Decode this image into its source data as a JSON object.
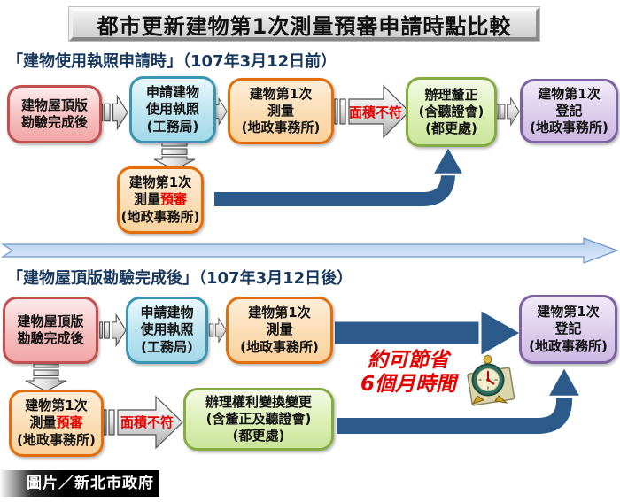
{
  "title": "都市更新建物第1次測量預審申請時點比較",
  "credit": "圖片／新北市政府",
  "colors": {
    "header_text": "#17375D",
    "accent_red": "#E60000",
    "arrow_blue": "#2C5A8A",
    "divider_fill": "#C3D8F0",
    "box_pink_border": "#C1504E",
    "box_cyan_border": "#3A95AE",
    "box_orange_border": "#E36D0B",
    "box_green_border": "#84AC42",
    "box_purple_border": "#7D62A2"
  },
  "icons": {
    "stopwatch": "stopwatch-clock-on-notepad"
  },
  "section1": {
    "header": "「建物使用執照申請時」（107年3月12日前）",
    "mismatch_label": "面積不符",
    "boxes": {
      "roof": {
        "line1": "建物屋頂版",
        "line2": "勘驗完成後"
      },
      "license": {
        "line1": "申請建物",
        "line2": "使用執照",
        "line3": "(工務局)"
      },
      "survey": {
        "line1": "建物第1次",
        "line2": "測量",
        "line3": "(地政事務所)"
      },
      "preview": {
        "line1": "建物第1次",
        "line2a": "測量",
        "line2b": "預審",
        "line3": "(地政事務所)"
      },
      "correction": {
        "line1": "辦理釐正",
        "line2": "(含聽證會)",
        "line3": "(都更處)"
      },
      "registration": {
        "line1": "建物第1次",
        "line2": "登記",
        "line3": "(地政事務所)"
      }
    }
  },
  "section2": {
    "header": "「建物屋頂版勘驗完成後」（107年3月12日後）",
    "mismatch_label": "面積不符",
    "savings_line1": "約可節省",
    "savings_line2": "6個月時間",
    "boxes": {
      "roof": {
        "line1": "建物屋頂版",
        "line2": "勘驗完成後"
      },
      "license": {
        "line1": "申請建物",
        "line2": "使用執照",
        "line3": "(工務局)"
      },
      "survey": {
        "line1": "建物第1次",
        "line2": "測量",
        "line3": "(地政事務所)"
      },
      "preview": {
        "line1": "建物第1次",
        "line2a": "測量",
        "line2b": "預審",
        "line3": "(地政事務所)"
      },
      "rights": {
        "line1": "辦理權利變換變更",
        "line2": "(含釐正及聽證會)",
        "line3": "(都更處)"
      },
      "registration": {
        "line1": "建物第1次",
        "line2": "登記",
        "line3": "(地政事務所)"
      }
    }
  }
}
